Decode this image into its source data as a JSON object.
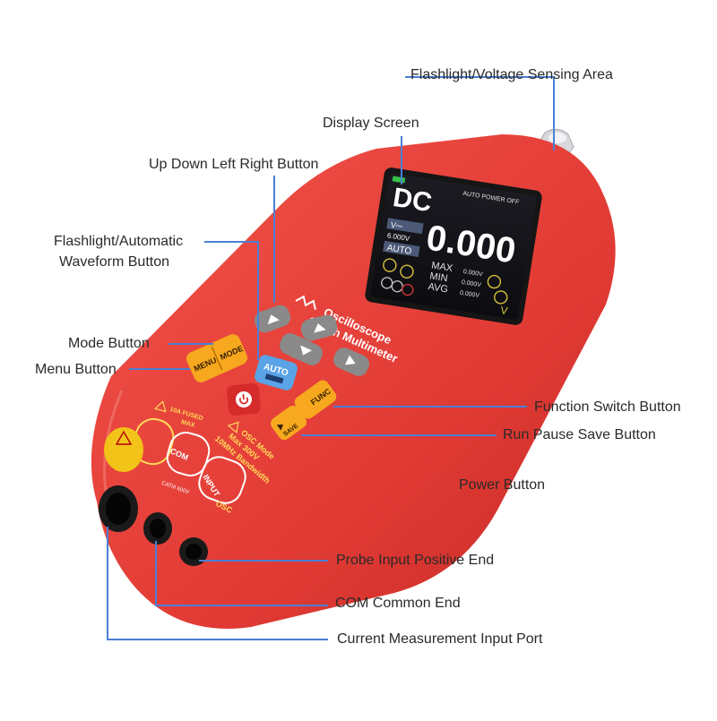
{
  "callouts": {
    "flashlight_area": "Flashlight/Voltage Sensing Area",
    "display_screen": "Display Screen",
    "dpad": "Up Down Left Right Button",
    "auto_line1": "Flashlight/Automatic",
    "auto_line2": "Waveform Button",
    "mode": "Mode Button",
    "menu": "Menu Button",
    "func": "Function Switch Button",
    "save": "Run Pause Save Button",
    "power": "Power Button",
    "probe": "Probe Input Positive End",
    "com": "COM Common End",
    "current": "Current Measurement Input Port"
  },
  "screen": {
    "mode": "DC",
    "value": "0.000",
    "auto_power_off": "AUTO POWER OFF",
    "range": "V⎓",
    "range_value": "6.000V",
    "auto": "AUTO",
    "max_label": "MAX",
    "max_value": "0.000V",
    "min_label": "MIN",
    "min_value": "0.000V",
    "avg_label": "AVG",
    "avg_value": "0.000V",
    "unit": "V"
  },
  "device": {
    "title_line1": "Oscilloscope",
    "title_line2": "Graph Multimeter",
    "btn_menu": "MENU",
    "btn_mode": "MODE",
    "btn_auto": "AUTO",
    "btn_func": "FUNC",
    "btn_save": "SAVE",
    "warn_10a": "10A FUSED",
    "warn_max": "MAX",
    "warn_osc": "OSC Mode",
    "warn_max300": "Max 300V",
    "warn_bw": "10MHz Bandwidth",
    "port_com": "COM",
    "port_input": "INPUT",
    "port_cat": "CATIII 600V",
    "port_osc": "OSC"
  },
  "colors": {
    "body": "#e8413b",
    "body_shadow": "#c92e2a",
    "leader": "#4a7fd4",
    "orange_button": "#f7a81f",
    "blue_button": "#5aa3e6",
    "gray_button": "#8a8a8a",
    "power_button": "#d52b2b"
  }
}
